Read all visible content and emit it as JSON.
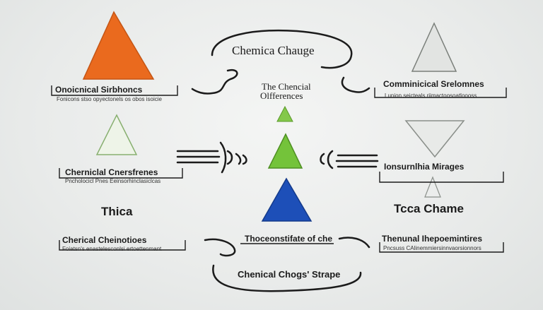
{
  "labels": {
    "top_left_title": "Onoicnical Sirbhoncs",
    "top_left_sub": "Fonicons stso opyectonels os obos isoicie",
    "top_center_title": "Chemica Chauge",
    "center_heading_line1": "The Chencial",
    "center_heading_line2": "Olfferences",
    "top_right_title": "Comminicical Srelomnes",
    "top_right_sub": "Lunion seicteals riimactoosoatloooss",
    "mid_left_title": "Cherniclal Cnersfrenes",
    "mid_left_sub": "Pncholocicl Pnes Eeinsorhinclasiclcas",
    "mid_right_title": "Ionsurnlhia Mirages",
    "left_word": "Thica",
    "right_word": "Tcca Chame",
    "bottom_left_title": "Cherical Cheinotioes",
    "bottom_left_sub": "Foiatsn's enastelesconlsi ertoettenmant",
    "bottom_center_title": "Thoceonstifate of che",
    "bottom_right_title": "Thenunal Ihepoemintires",
    "bottom_right_sub": "Pncsuss CAlinemmiersinnvaorsionnors",
    "bottom_banner": "Chenical Chogs' Strape"
  },
  "colors": {
    "orange": "#ea6a1e",
    "green": "#74c33a",
    "blue": "#1d4fb8",
    "outline": "#7a8a7a",
    "ink": "#1b1b1b"
  }
}
